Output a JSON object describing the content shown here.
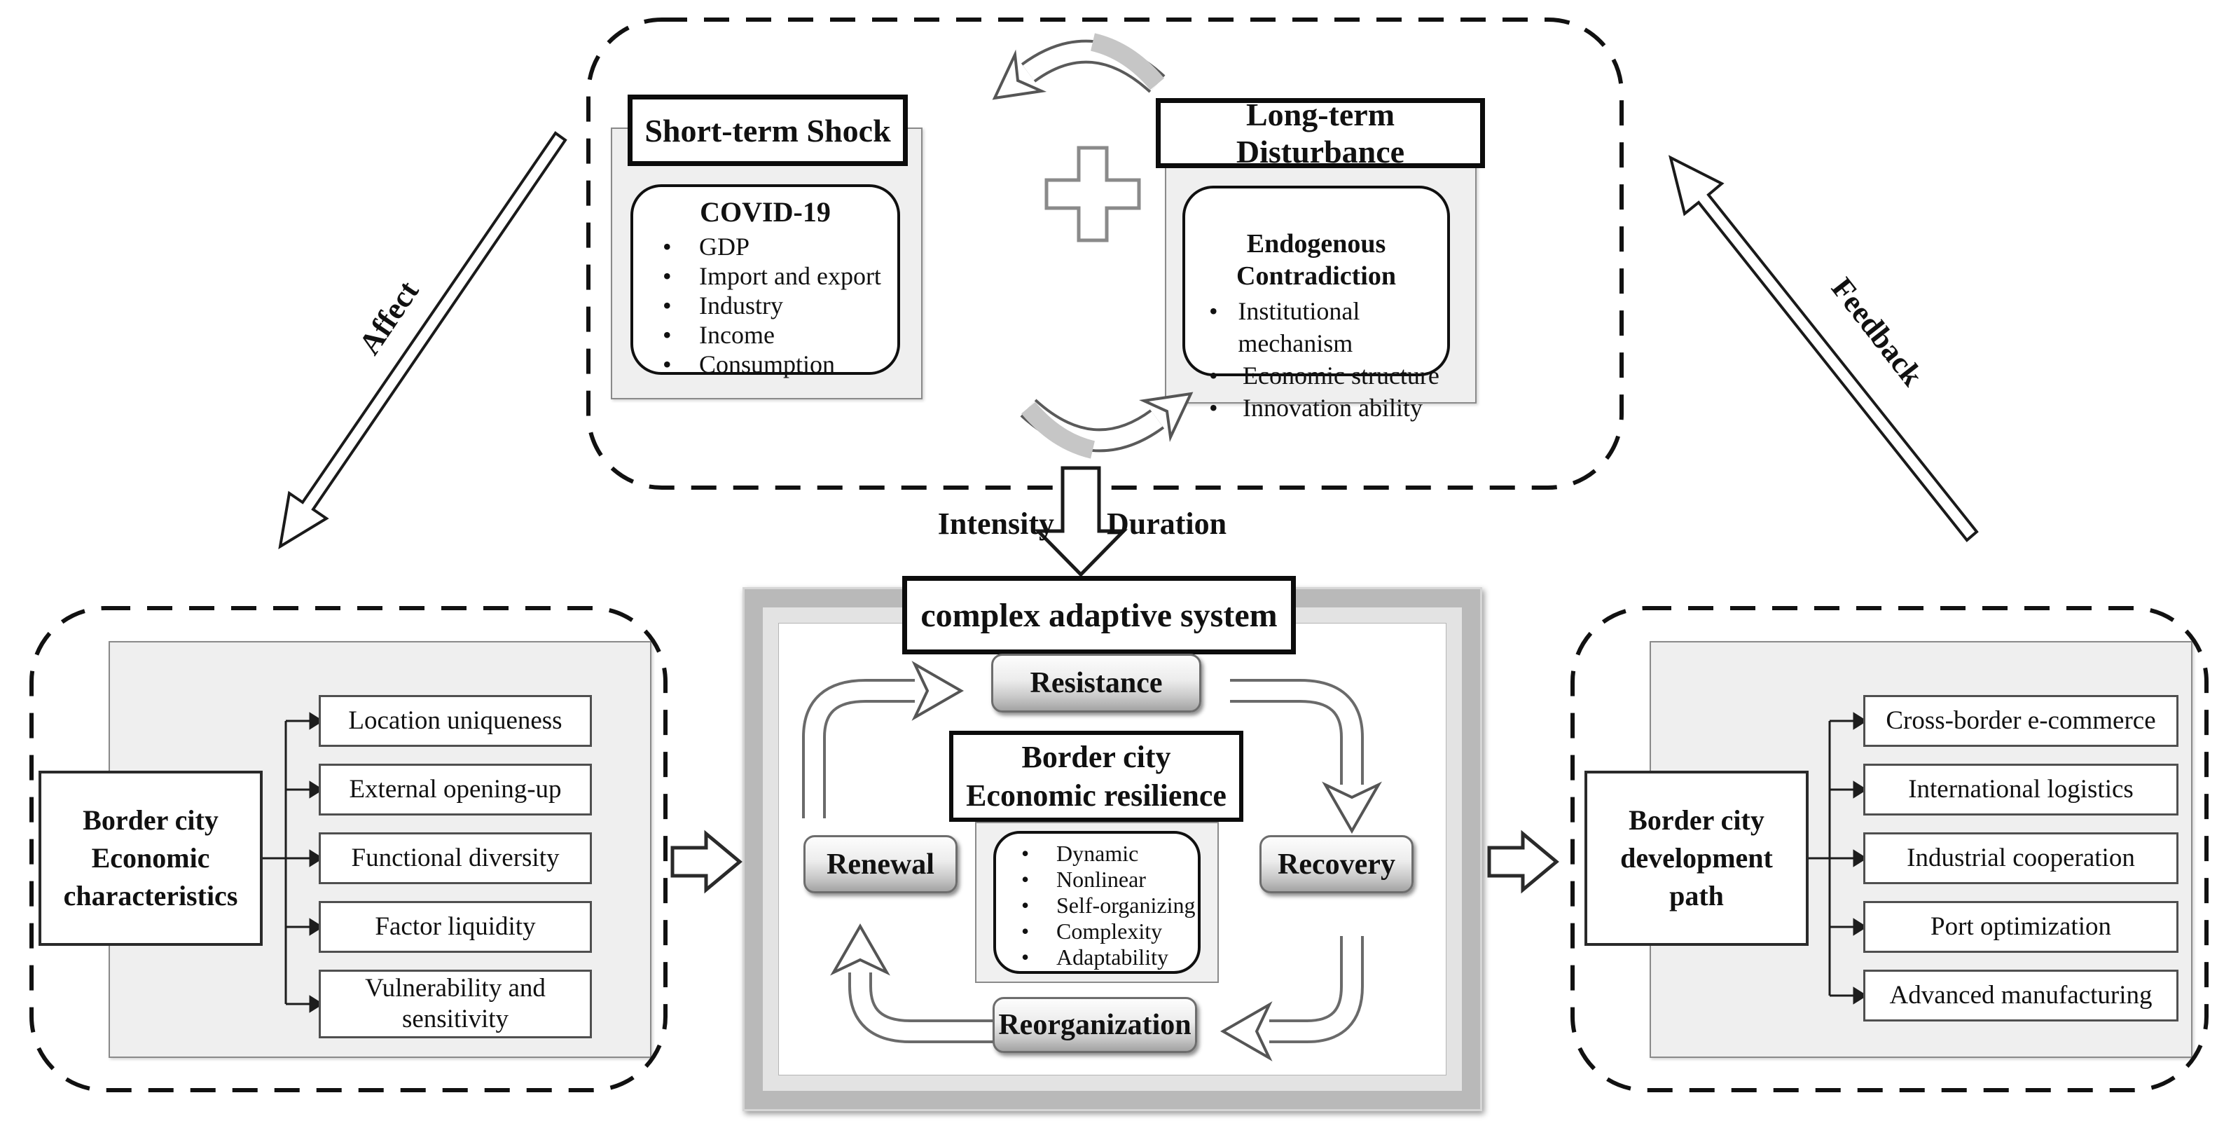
{
  "shock": {
    "title": "Short-term Shock",
    "box_title": "COVID-19",
    "items": [
      "GDP",
      "Import and export",
      "Industry",
      "Income",
      "Consumption"
    ]
  },
  "disturbance": {
    "title": "Long-term Disturbance",
    "box_title": "Endogenous Contradiction",
    "items": [
      "Institutional mechanism",
      "Economic structure",
      "Innovation ability"
    ]
  },
  "arrows": {
    "affect": "Affect",
    "feedback": "Feedback",
    "intensity": "Intensity",
    "duration": "Duration"
  },
  "characteristics": {
    "title_lines": [
      "Border city",
      "Economic",
      "characteristics"
    ],
    "items": [
      "Location uniqueness",
      "External opening-up",
      "Functional diversity",
      "Factor liquidity",
      "Vulnerability and sensitivity"
    ]
  },
  "cas": {
    "title": "complex adaptive system",
    "cycle": {
      "top": "Resistance",
      "right": "Recovery",
      "bottom": "Reorganization",
      "left": "Renewal"
    },
    "core": {
      "title_lines": [
        "Border city",
        "Economic resilience"
      ],
      "items": [
        "Dynamic",
        "Nonlinear",
        "Self-organizing",
        "Complexity",
        "Adaptability"
      ]
    }
  },
  "path": {
    "title_lines": [
      "Border city",
      "development",
      "path"
    ],
    "items": [
      "Cross-border e-commerce",
      "International logistics",
      "Industrial cooperation",
      "Port optimization",
      "Advanced manufacturing"
    ]
  },
  "colors": {
    "ink": "#111111",
    "panel_fill": "#efefef",
    "panel_border": "#8a8a8a",
    "frame_outer": "#b9b9b9",
    "frame_inner": "#e3e3e3",
    "pill_top": "#fdfdfd",
    "pill_bottom": "#a3a3a3"
  }
}
